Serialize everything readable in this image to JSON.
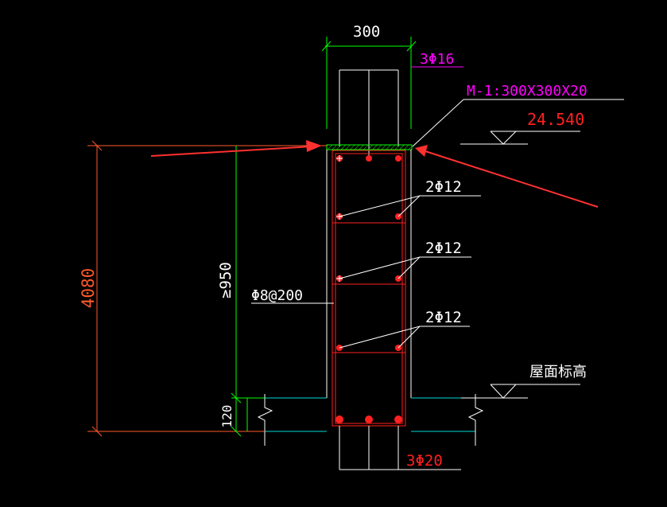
{
  "labels": {
    "top_width": "300",
    "top_rebar": "3Φ16",
    "plate": "M-1:300X300X20",
    "elevation": "24.540",
    "rebar_1": "2Φ12",
    "rebar_2": "2Φ12",
    "rebar_3": "2Φ12",
    "stirrup": "Φ8@200",
    "height_total": "4080",
    "height_min": "≥950",
    "height_120": "120",
    "roof_elev": "屋面标高",
    "bottom_rebar": "3Φ20"
  },
  "colors": {
    "background": "#000000",
    "white": "#ffffff",
    "red": "#ff2020",
    "green": "#00ff00",
    "magenta": "#ff00ff",
    "cyan": "#00d6d6",
    "orange": "#ff5a2a",
    "arrow": "#ff3030"
  }
}
